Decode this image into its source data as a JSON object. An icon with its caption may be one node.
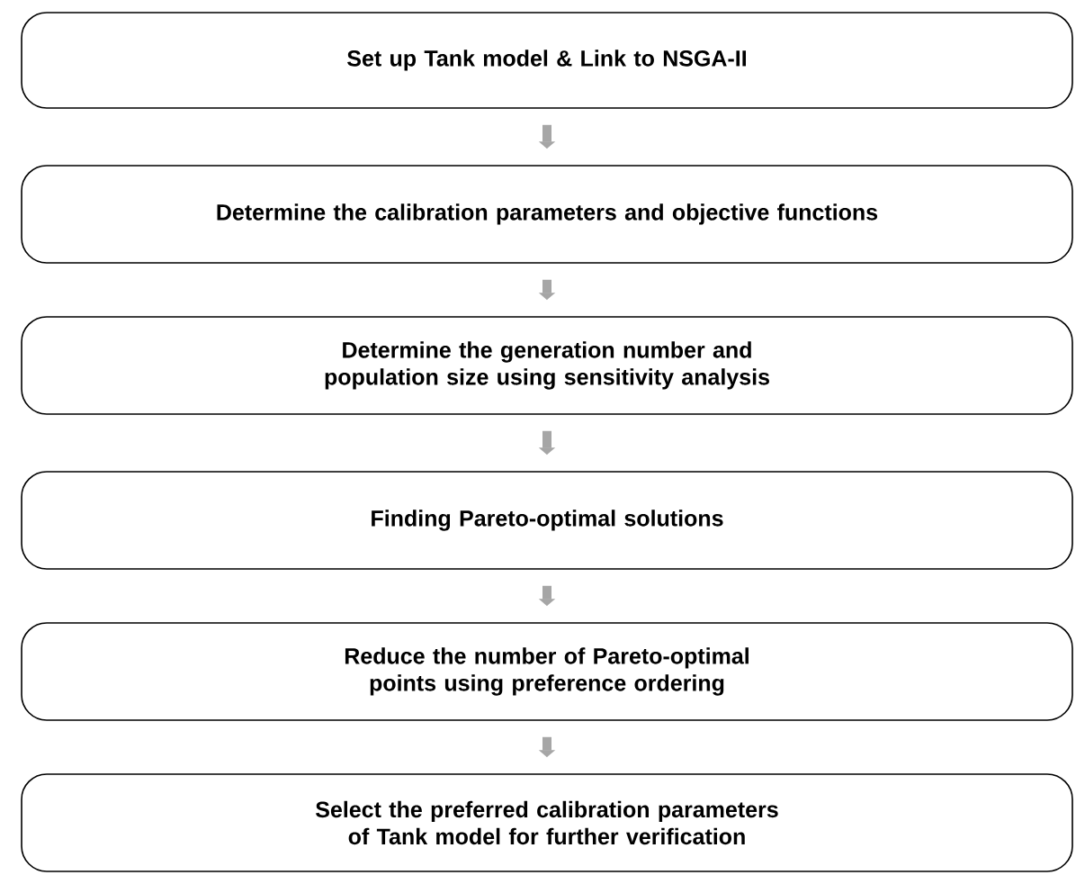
{
  "diagram": {
    "nodes": [
      {
        "text": [
          "Set up Tank model & Link to NSGA-II"
        ]
      },
      {
        "text": [
          "Determine the calibration parameters and objective functions"
        ]
      },
      {
        "text": [
          "Determine the generation number and population size using sensitivity analysis"
        ]
      },
      {
        "text": [
          "Finding Pareto-optimal solutions"
        ]
      },
      {
        "text": [
          "Reduce the number of Pareto-optimal points using preference ordering"
        ]
      },
      {
        "text": [
          "Select the preferred calibration parameters of Tank model for further verification"
        ]
      }
    ],
    "edges": [
      {
        "from": 0,
        "to": 1,
        "arrow": "to"
      },
      {
        "from": 1,
        "to": 2,
        "arrow": "to"
      },
      {
        "from": 2,
        "to": 3,
        "arrow": "to"
      },
      {
        "from": 3,
        "to": 4,
        "arrow": "to"
      },
      {
        "from": 4,
        "to": 5,
        "arrow": "to"
      }
    ]
  }
}
